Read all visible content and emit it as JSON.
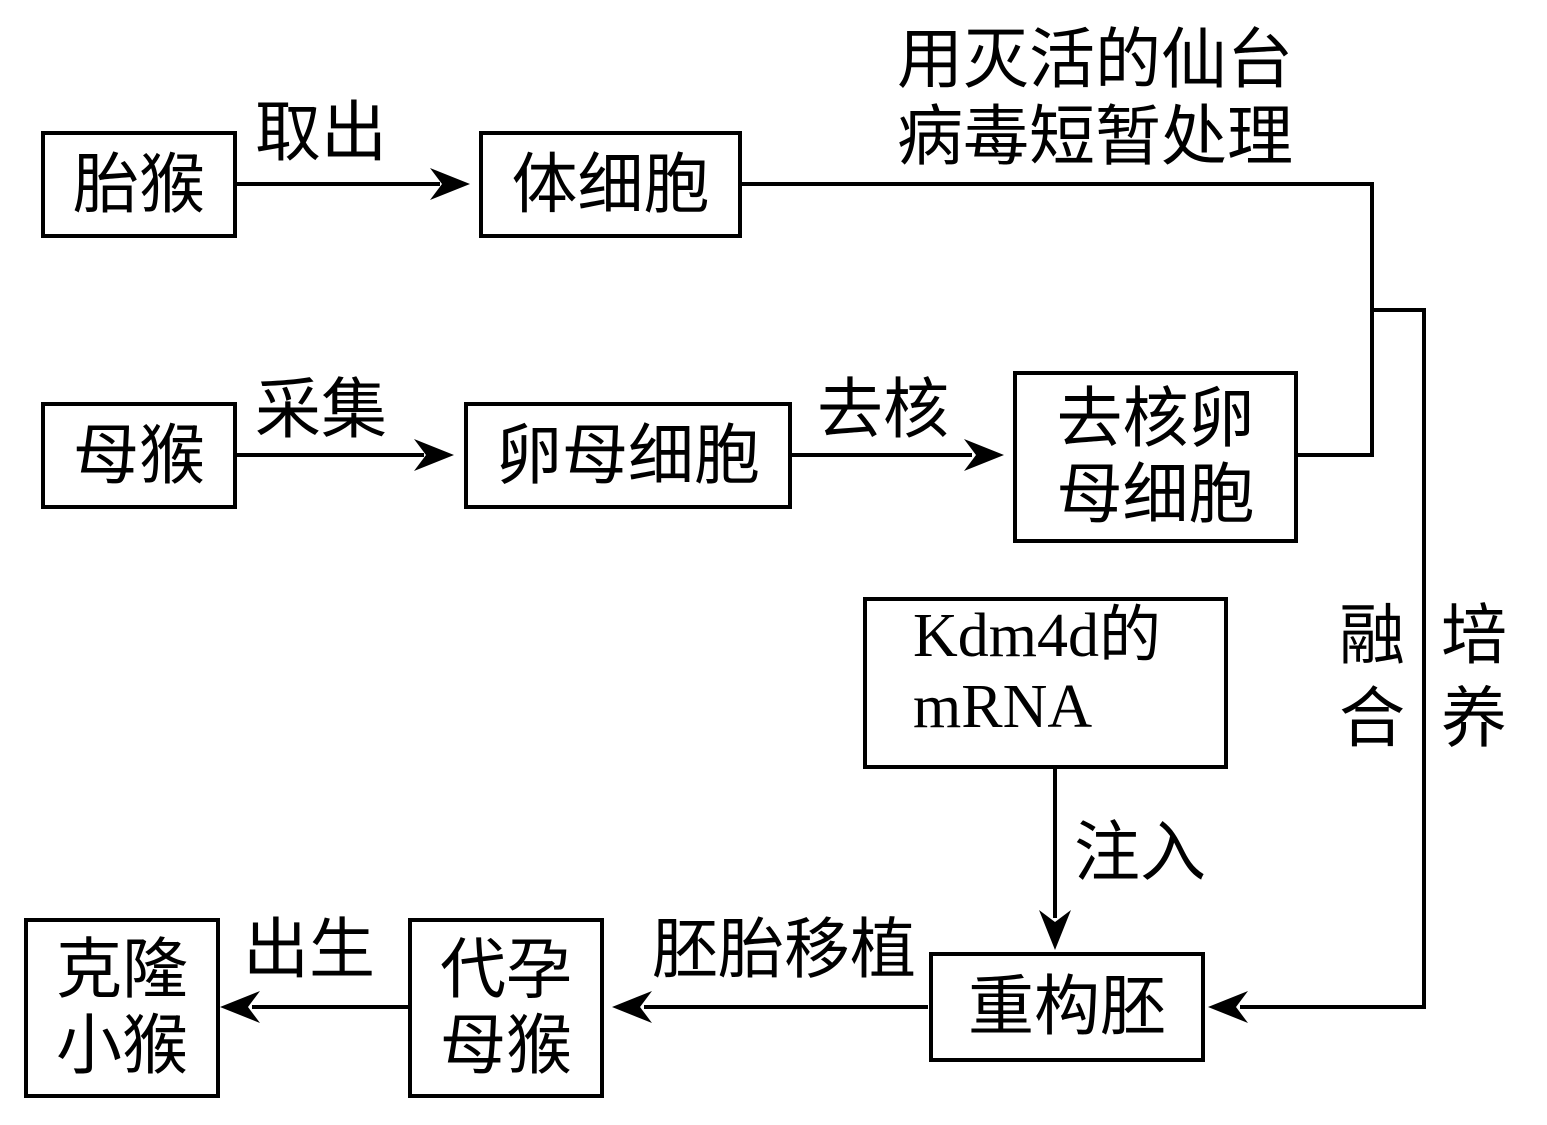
{
  "nodes": {
    "fetal_monkey": "胎猴",
    "somatic_cell": "体细胞",
    "mother_monkey": "母猴",
    "oocyte": "卵母细胞",
    "enucleated_oocyte_line1": "去核卵",
    "enucleated_oocyte_line2": "母细胞",
    "kdm4d_line1": "Kdm4d的",
    "kdm4d_line2": "mRNA",
    "reconstructed_embryo": "重构胚",
    "surrogate_line1": "代孕",
    "surrogate_line2": "母猴",
    "clone_line1": "克隆",
    "clone_line2": "小猴"
  },
  "edges": {
    "take_out": "取出",
    "virus_line1": "用灭活的仙台",
    "virus_line2": "病毒短暂处理",
    "collect": "采集",
    "enucleate": "去核",
    "fusion": "融合",
    "culture": "培养",
    "inject": "注入",
    "embryo_transfer": "胚胎移植",
    "birth": "出生"
  }
}
